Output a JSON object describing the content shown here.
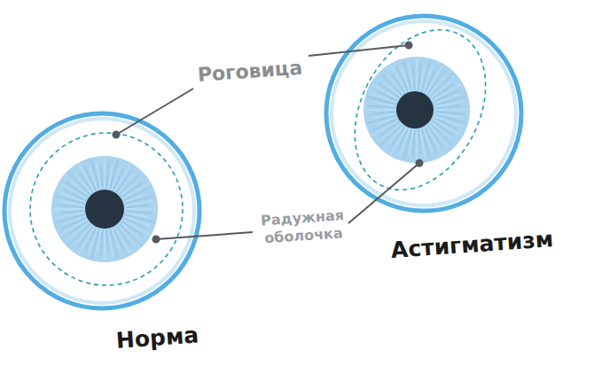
{
  "diagram": {
    "labels": [
      "Роговица",
      "Радужная оболочка",
      "Норма",
      "Астигматизм"
    ]
  }
}
